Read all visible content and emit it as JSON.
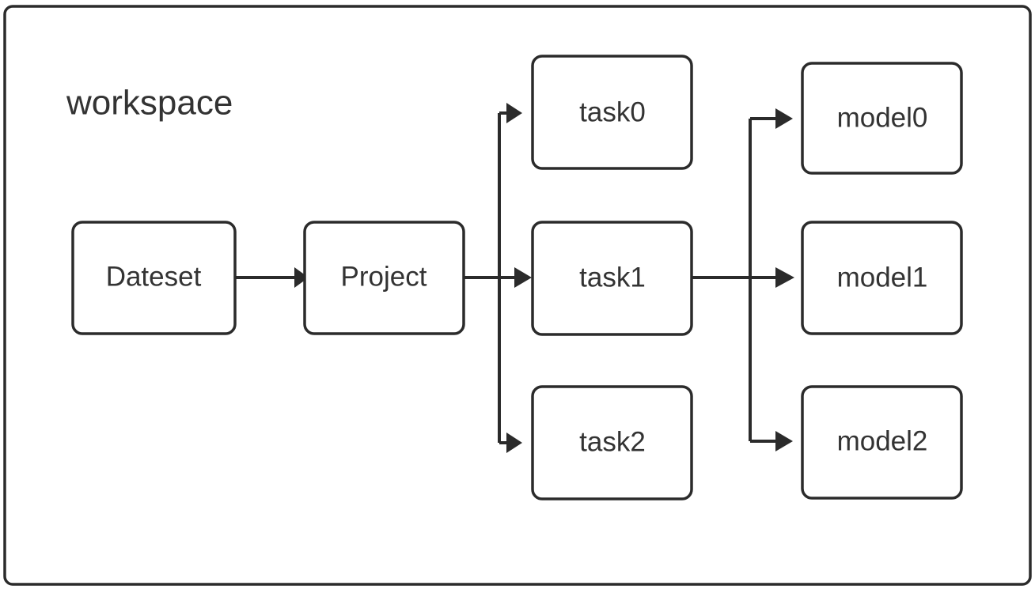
{
  "diagram": {
    "title": "workspace",
    "background_color": "#ffffff",
    "stroke_color": "#2b2b2b",
    "text_color": "#333333",
    "nodes": {
      "dateset": {
        "label": "Dateset"
      },
      "project": {
        "label": "Project"
      },
      "task0": {
        "label": "task0"
      },
      "task1": {
        "label": "task1"
      },
      "task2": {
        "label": "task2"
      },
      "model0": {
        "label": "model0"
      },
      "model1": {
        "label": "model1"
      },
      "model2": {
        "label": "model2"
      }
    },
    "edges": [
      {
        "from": "Dateset",
        "to": "Project"
      },
      {
        "from": "Project",
        "to": "task0"
      },
      {
        "from": "Project",
        "to": "task1"
      },
      {
        "from": "Project",
        "to": "task2"
      },
      {
        "from": "task1",
        "to": "model0"
      },
      {
        "from": "task1",
        "to": "model1"
      },
      {
        "from": "task1",
        "to": "model2"
      }
    ]
  }
}
